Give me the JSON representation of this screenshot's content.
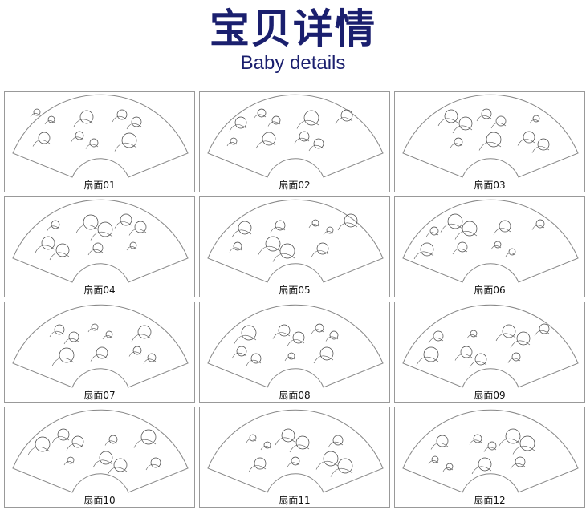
{
  "header": {
    "title": "宝贝详情",
    "subtitle": "Baby details"
  },
  "items": [
    {
      "label": "扇面01"
    },
    {
      "label": "扇面02"
    },
    {
      "label": "扇面03"
    },
    {
      "label": "扇面04"
    },
    {
      "label": "扇面05"
    },
    {
      "label": "扇面06"
    },
    {
      "label": "扇面07"
    },
    {
      "label": "扇面08"
    },
    {
      "label": "扇面09"
    },
    {
      "label": "扇面10"
    },
    {
      "label": "扇面11"
    },
    {
      "label": "扇面12"
    }
  ],
  "colors": {
    "title": "#1a1f6e",
    "border": "#999999"
  }
}
